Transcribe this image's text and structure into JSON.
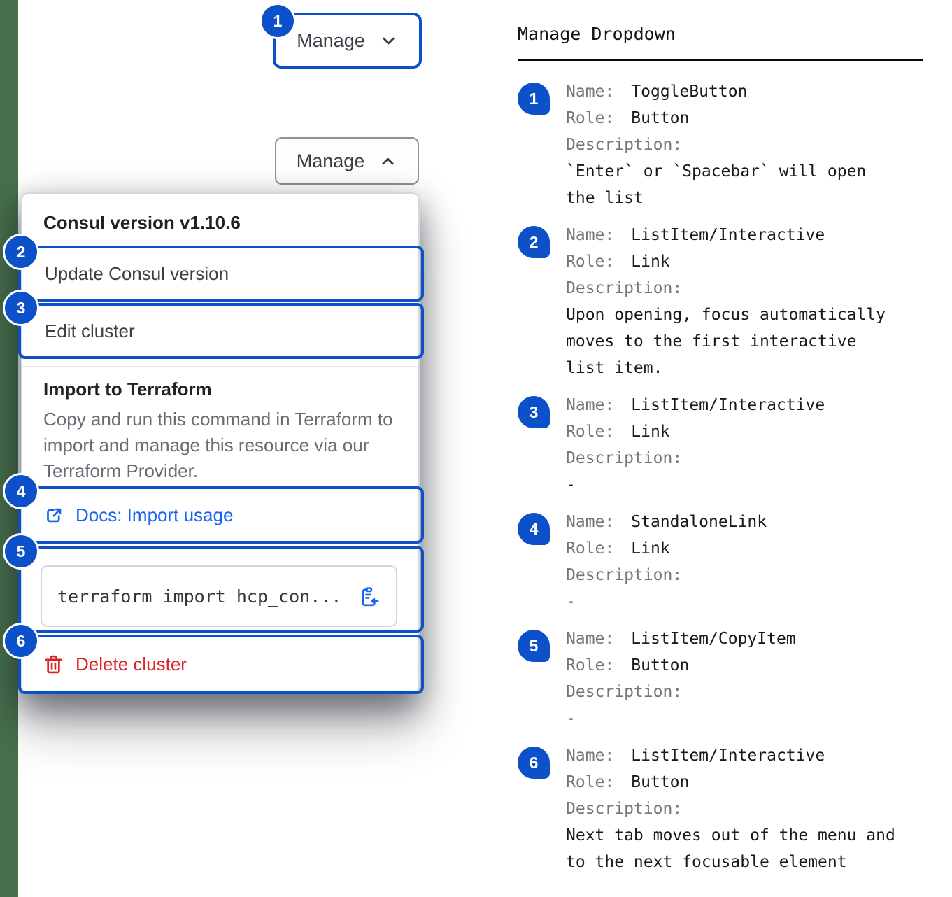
{
  "colors": {
    "annotation_blue": "#0c51c9",
    "link_blue": "#1762f0",
    "danger_red": "#dd2228",
    "edge_strip_green": "#47704c"
  },
  "buttons": {
    "toggle_closed": {
      "label": "Manage"
    },
    "toggle_open": {
      "label": "Manage"
    }
  },
  "dropdown": {
    "header": "Consul version v1.10.6",
    "update_label": "Update Consul version",
    "edit_label": "Edit cluster",
    "import_title": "Import to Terraform",
    "import_desc": "Copy and run this command in Terraform to import and manage this resource via our Terraform Provider.",
    "docs_label": "Docs: Import usage",
    "code_text": "terraform import hcp_con...",
    "delete_label": "Delete cluster"
  },
  "panel": {
    "title": "Manage Dropdown",
    "fields": {
      "name": "Name:",
      "role": "Role:",
      "description": "Description:"
    },
    "items": [
      {
        "num": "1",
        "name": "ToggleButton",
        "role": "Button",
        "description": "`Enter` or `Spacebar` will open the list"
      },
      {
        "num": "2",
        "name": "ListItem/Interactive",
        "role": "Link",
        "description": "Upon opening, focus automatically moves to the first interactive list item."
      },
      {
        "num": "3",
        "name": "ListItem/Interactive",
        "role": "Link",
        "description": "-"
      },
      {
        "num": "4",
        "name": "StandaloneLink",
        "role": "Link",
        "description": "-"
      },
      {
        "num": "5",
        "name": "ListItem/CopyItem",
        "role": "Button",
        "description": "-"
      },
      {
        "num": "6",
        "name": "ListItem/Interactive",
        "role": "Button",
        "description": "Next tab moves out of the menu and to the next focusable element"
      }
    ]
  }
}
